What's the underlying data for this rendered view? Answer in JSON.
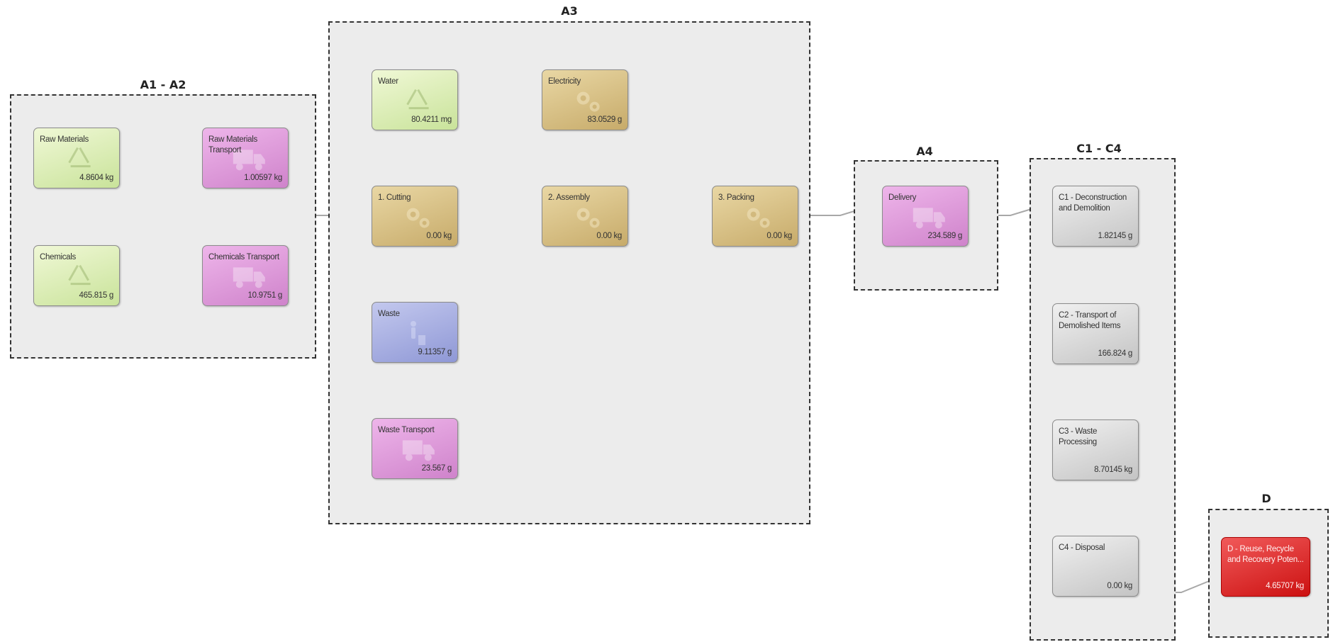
{
  "stages": {
    "a1a2": "A1 - A2",
    "a3": "A3",
    "a4": "A4",
    "c1c4": "C1 - C4",
    "d": "D"
  },
  "nodes": {
    "raw_materials": {
      "label": "Raw Materials",
      "value": "4.8604 kg",
      "icon": "recycle-icon"
    },
    "raw_materials_transport": {
      "label": "Raw Materials Transport",
      "value": "1.00597 kg",
      "icon": "truck-icon"
    },
    "chemicals": {
      "label": "Chemicals",
      "value": "465.815 g",
      "icon": "recycle-icon"
    },
    "chemicals_transport": {
      "label": "Chemicals Transport",
      "value": "10.9751 g",
      "icon": "truck-icon"
    },
    "water": {
      "label": "Water",
      "value": "80.4211 mg",
      "icon": "recycle-icon"
    },
    "electricity": {
      "label": "Electricity",
      "value": "83.0529 g",
      "icon": "gears-icon"
    },
    "cutting": {
      "label": "1. Cutting",
      "value": "0.00 kg",
      "icon": "gears-icon"
    },
    "assembly": {
      "label": "2. Assembly",
      "value": "0.00 kg",
      "icon": "gears-icon"
    },
    "packing": {
      "label": "3. Packing",
      "value": "0.00 kg",
      "icon": "gears-icon"
    },
    "waste": {
      "label": "Waste",
      "value": "9.11357 g",
      "icon": "trash-person-icon"
    },
    "waste_transport": {
      "label": "Waste Transport",
      "value": "23.567 g",
      "icon": "truck-icon"
    },
    "delivery": {
      "label": "Delivery",
      "value": "234.589 g",
      "icon": "truck-icon"
    },
    "c1": {
      "label": "C1 - Deconstruction and Demolition",
      "value": "1.82145 g",
      "icon": "none"
    },
    "c2": {
      "label": "C2 - Transport of Demolished Items",
      "value": "166.824 g",
      "icon": "none"
    },
    "c3": {
      "label": "C3 - Waste Processing",
      "value": "8.70145 kg",
      "icon": "none"
    },
    "c4": {
      "label": "C4 - Disposal",
      "value": "0.00 kg",
      "icon": "none"
    },
    "d": {
      "label": "D - Reuse, Recycle and Recovery Poten...",
      "value": "4.65707 kg",
      "icon": "none"
    }
  },
  "colors": {
    "material": "#c9e39a",
    "process": "#c7ab6a",
    "transport": "#cf83cb",
    "waste": "#8f98d6",
    "end_of_life": "#c4c4c4",
    "benefit": "#cc1111",
    "connector": "#a8a8a8"
  }
}
